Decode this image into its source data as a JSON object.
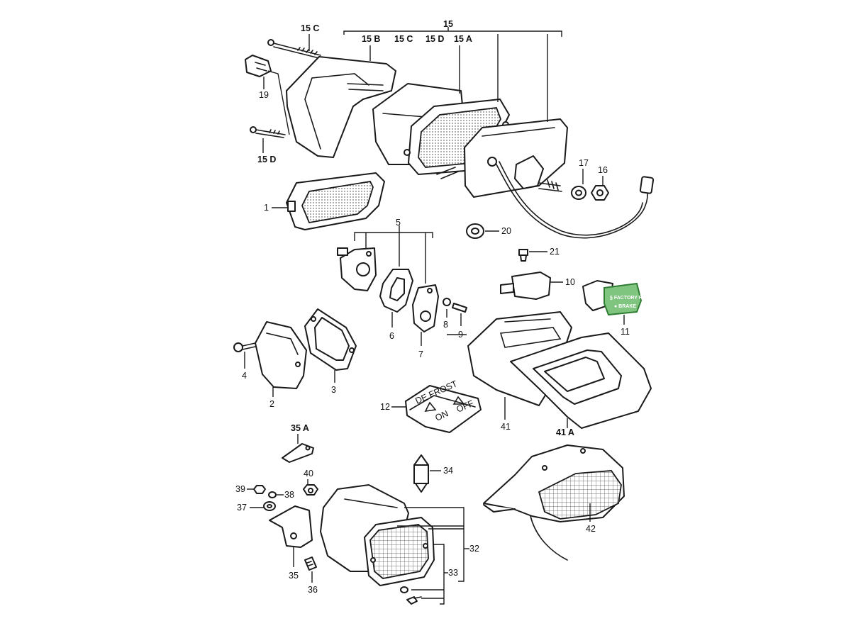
{
  "callouts": {
    "c15": "15",
    "c15c_top": "15 C",
    "c15b": "15 B",
    "c15c_mid": "15 C",
    "c15d_mid": "15 D",
    "c15a": "15 A",
    "c19": "19",
    "c15d_left": "15 D",
    "c17": "17",
    "c16": "16",
    "c1": "1",
    "c20": "20",
    "c5": "5",
    "c21": "21",
    "c10": "10",
    "c6": "6",
    "c7": "7",
    "c8": "8",
    "c9": "9",
    "c11": "11",
    "c4": "4",
    "c3": "3",
    "c2": "2",
    "c12": "12",
    "c41": "41",
    "c41a": "41 A",
    "c35a": "35 A",
    "c34": "34",
    "c40": "40",
    "c39": "39",
    "c38": "38",
    "c37": "37",
    "c35": "35",
    "c36": "36",
    "c32": "32",
    "c33": "33",
    "c42": "42"
  },
  "defrost_switch": {
    "title": "DE FROST",
    "on": "ON",
    "off": "OFF"
  },
  "highlight": {
    "line1": "§ FACTORY RLAG",
    "line2": "● BRAKE",
    "color": "#7fc47f"
  }
}
